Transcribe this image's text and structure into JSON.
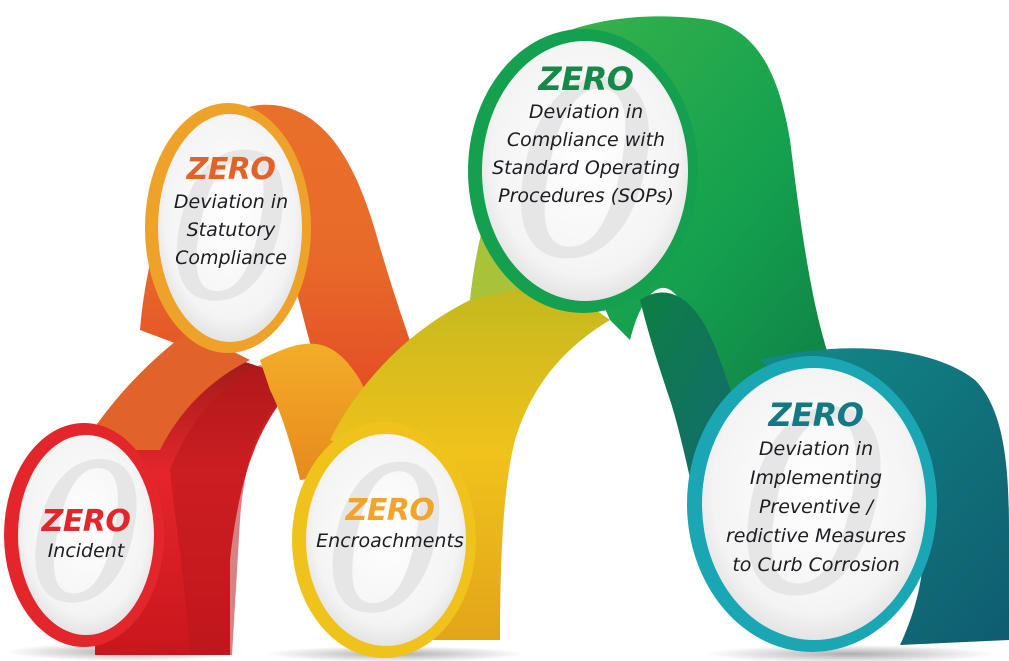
{
  "items": [
    {
      "zero": "ZERO",
      "text": "Incident",
      "color": "#e3262b"
    },
    {
      "zero": "ZERO",
      "text": "Deviation in Statutory Compliance",
      "color": "#e2632a"
    },
    {
      "zero": "ZERO",
      "text": "Encroachments",
      "color": "#f2a42a"
    },
    {
      "zero": "ZERO",
      "text": "Deviation in Compliance with Standard Operating Procedures (SOPs)",
      "color": "#158a48"
    },
    {
      "zero": "ZERO",
      "text": "Deviation in Implementing Preventive / redictive Measures to Curb Corrosion",
      "color": "#137985"
    }
  ],
  "palette": {
    "red": "#e3262b",
    "orange": "#e8702a",
    "amber": "#f2a42a",
    "yellow": "#f0c21c",
    "green": "#14a04f",
    "teal": "#137985"
  }
}
